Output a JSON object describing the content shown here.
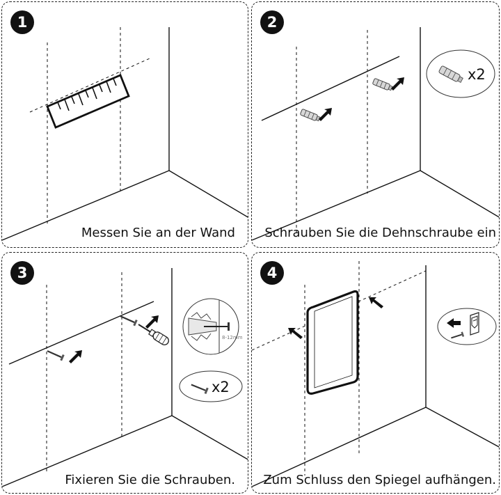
{
  "steps": [
    {
      "number": "1",
      "caption": "Messen Sie an der Wand"
    },
    {
      "number": "2",
      "caption": "Schrauben Sie die Dehnschraube ein",
      "qty": "x2"
    },
    {
      "number": "3",
      "caption": "Fixieren Sie die Schrauben.",
      "qty": "x2",
      "depth": "8-12mm"
    },
    {
      "number": "4",
      "caption": "Zum Schluss den Spiegel aufhängen."
    }
  ],
  "icons": {
    "measure": "ruler-icon",
    "anchor": "wall-plug-icon",
    "screw": "screw-icon",
    "tool": "screwdriver-icon",
    "direction": "arrow-icon",
    "mirror": "mirror-icon",
    "hook": "wall-hook-icon"
  }
}
